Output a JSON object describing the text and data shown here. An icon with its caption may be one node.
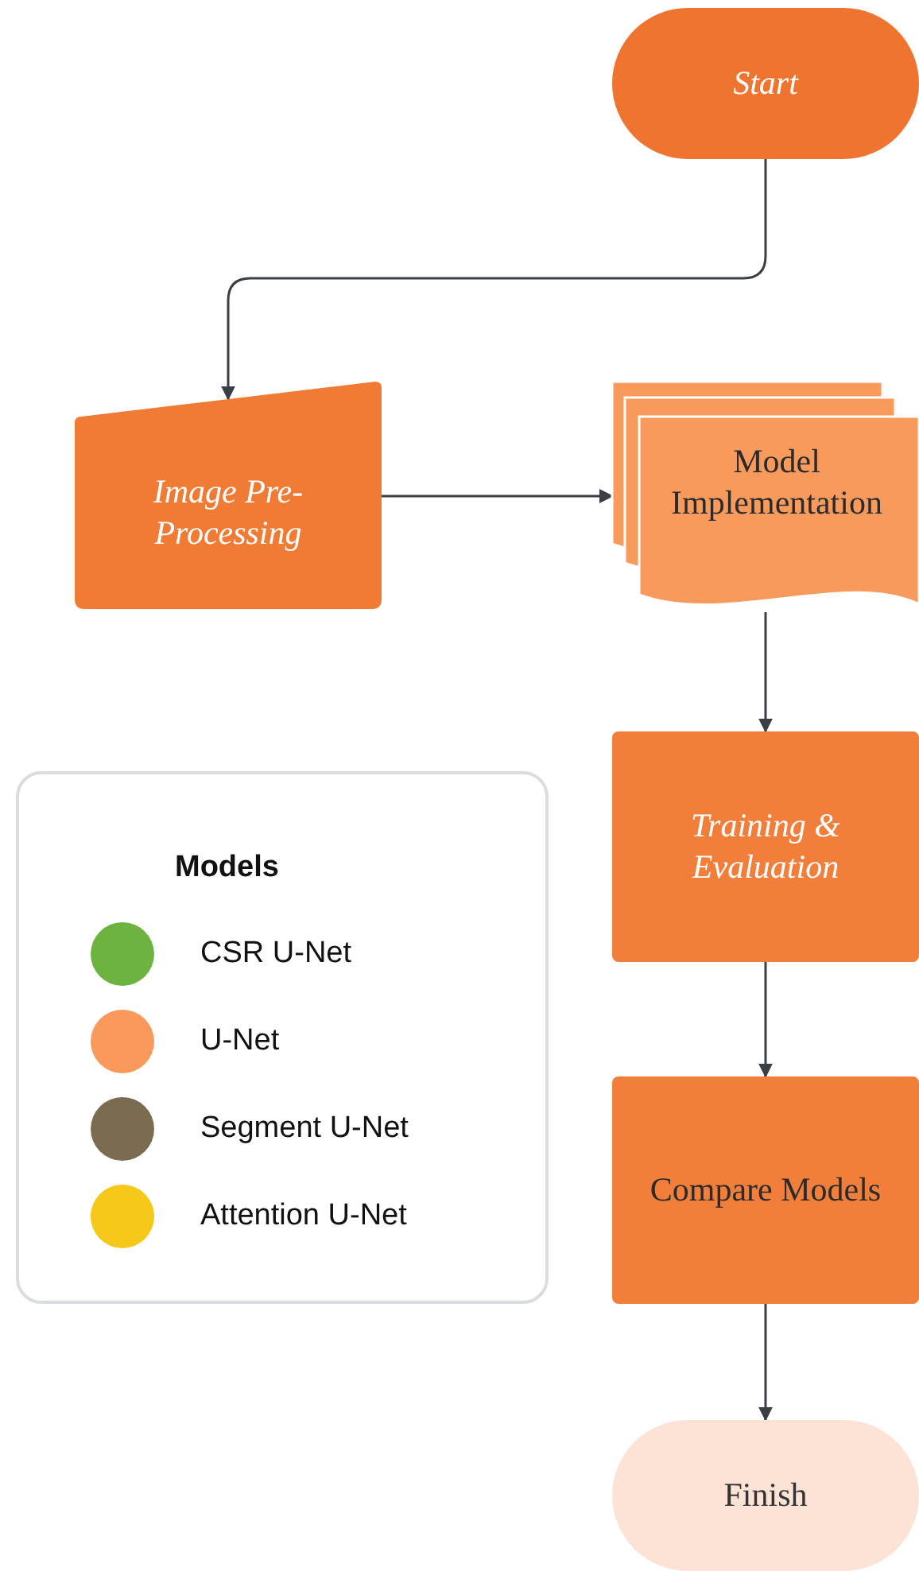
{
  "diagram": {
    "nodes": [
      {
        "text": [
          "Start"
        ]
      },
      {
        "text": [
          "Image Pre-Processing"
        ]
      },
      {
        "text": [
          "Model Implementation"
        ]
      },
      {
        "text": [
          "Training & Evaluation"
        ]
      },
      {
        "text": [
          "Compare Models"
        ]
      },
      {
        "text": [
          "Finish"
        ]
      }
    ],
    "edges": [
      {
        "from": 0,
        "to": 1,
        "arrow": "to"
      },
      {
        "from": 1,
        "to": 2,
        "arrow": "to"
      },
      {
        "from": 2,
        "to": 3,
        "arrow": "to"
      },
      {
        "from": 3,
        "to": 4,
        "arrow": "to"
      },
      {
        "from": 4,
        "to": 5,
        "arrow": "to"
      }
    ],
    "labels": [
      "Models"
    ],
    "legend": [
      {
        "text": "CSR U-Net",
        "color": "#6cb33f"
      },
      {
        "text": "U-Net",
        "color": "#f99a5c"
      },
      {
        "text": "Segment U-Net",
        "color": "#7b6b50"
      },
      {
        "text": "Attention U-Net",
        "color": "#f6c81a"
      }
    ]
  }
}
